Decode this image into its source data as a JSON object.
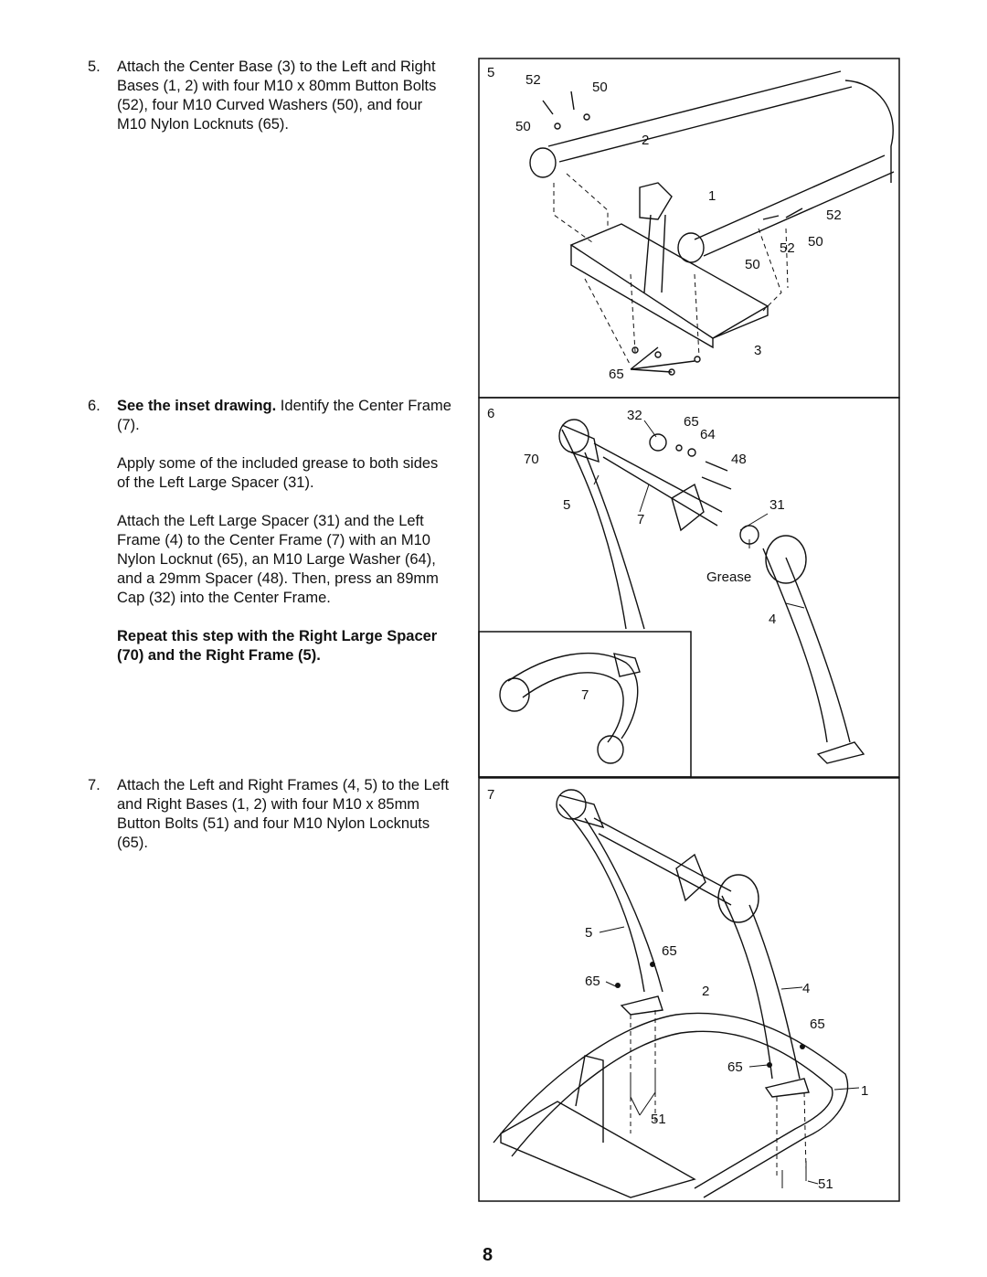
{
  "steps": [
    {
      "number": "5.",
      "text": "Attach the Center Base (3) to the Left and Right Bases (1, 2) with four M10 x 80mm Button Bolts (52), four M10 Curved Washers (50), and four M10 Nylon Locknuts (65)."
    },
    {
      "number": "6.",
      "lead_bold": "See the inset drawing.",
      "lead_rest": " Identify the Center Frame (7).",
      "para2": "Apply some of the included grease to both sides of the Left Large Spacer (31).",
      "para3": "Attach the Left Large Spacer (31) and the Left Frame (4) to the Center Frame (7) with an M10 Nylon Locknut (65), an M10 Large Washer (64), and a 29mm Spacer (48). Then, press an 89mm Cap (32) into the Center Frame.",
      "para4_bold": "Repeat this step with the Right Large Spacer (70) and the Right Frame (5)."
    },
    {
      "number": "7.",
      "text": "Attach the Left and Right Frames (4, 5) to the Left and Right Bases (1, 2) with four M10 x 85mm Button Bolts (51) and four M10 Nylon Locknuts (65)."
    }
  ],
  "figures": {
    "fig5": {
      "step": "5",
      "callouts": [
        "52",
        "50",
        "50",
        "2",
        "1",
        "52",
        "52",
        "50",
        "50",
        "3",
        "65"
      ]
    },
    "fig6": {
      "step": "6",
      "callouts": [
        "32",
        "65",
        "64",
        "70",
        "48",
        "5",
        "7",
        "31",
        "Grease",
        "4"
      ],
      "inset_callout": "7"
    },
    "fig7": {
      "step": "7",
      "callouts": [
        "5",
        "65",
        "65",
        "2",
        "4",
        "65",
        "65",
        "1",
        "51",
        "51"
      ]
    }
  },
  "page_number": "8"
}
